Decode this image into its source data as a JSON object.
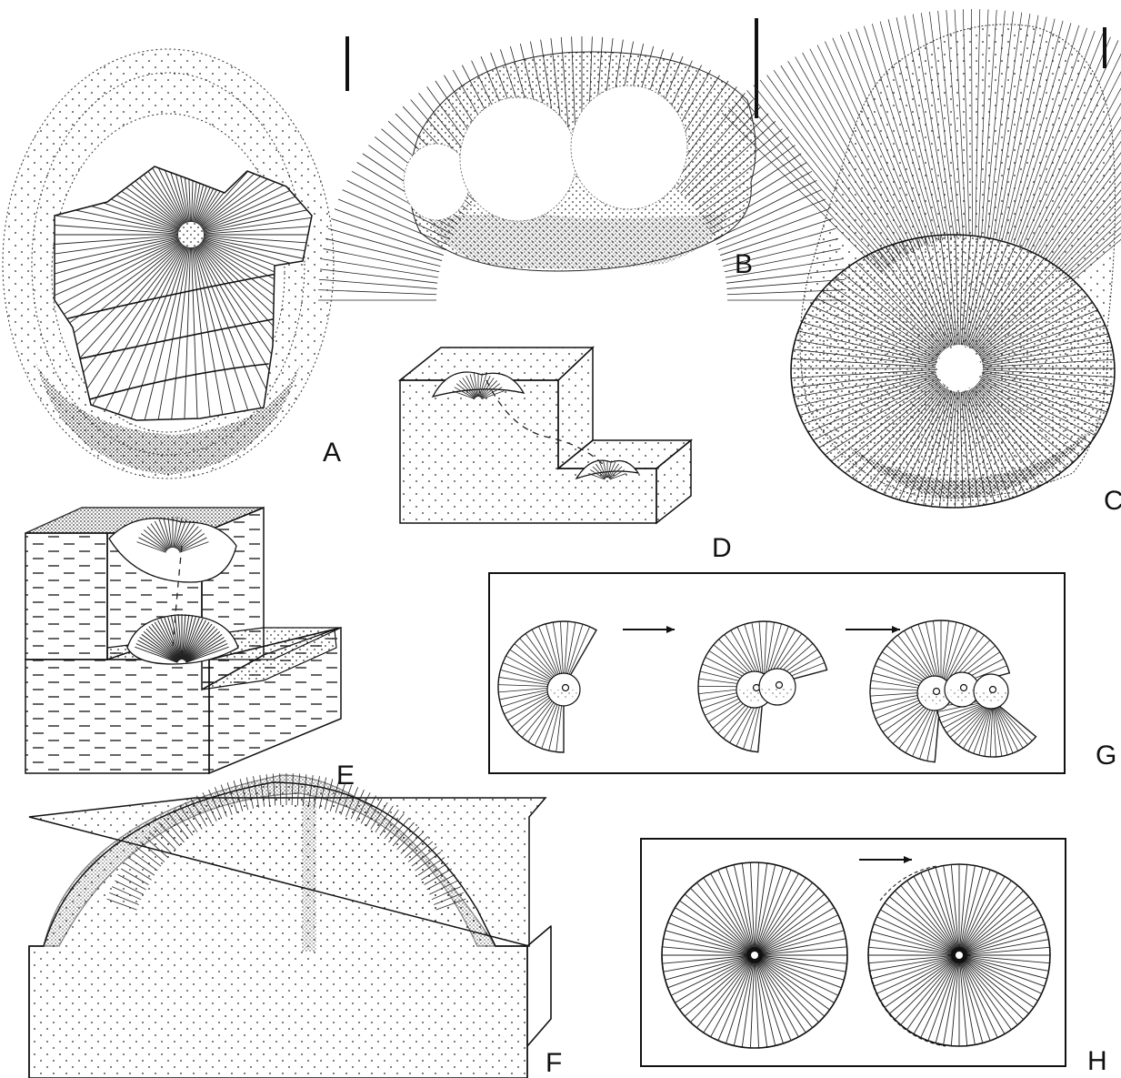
{
  "figure": {
    "panels": [
      {
        "id": "A",
        "label": "A"
      },
      {
        "id": "B",
        "label": "B"
      },
      {
        "id": "C",
        "label": "C"
      },
      {
        "id": "D",
        "label": "D"
      },
      {
        "id": "E",
        "label": "E"
      },
      {
        "id": "F",
        "label": "F"
      },
      {
        "id": "G",
        "label": "G"
      },
      {
        "id": "H",
        "label": "H"
      }
    ],
    "colors": {
      "ink": "#111111",
      "paper": "#ffffff",
      "stipple": "#222222"
    },
    "icons": [
      "scale-bar",
      "arrow-right",
      "radial-disc",
      "block-diagram"
    ]
  }
}
